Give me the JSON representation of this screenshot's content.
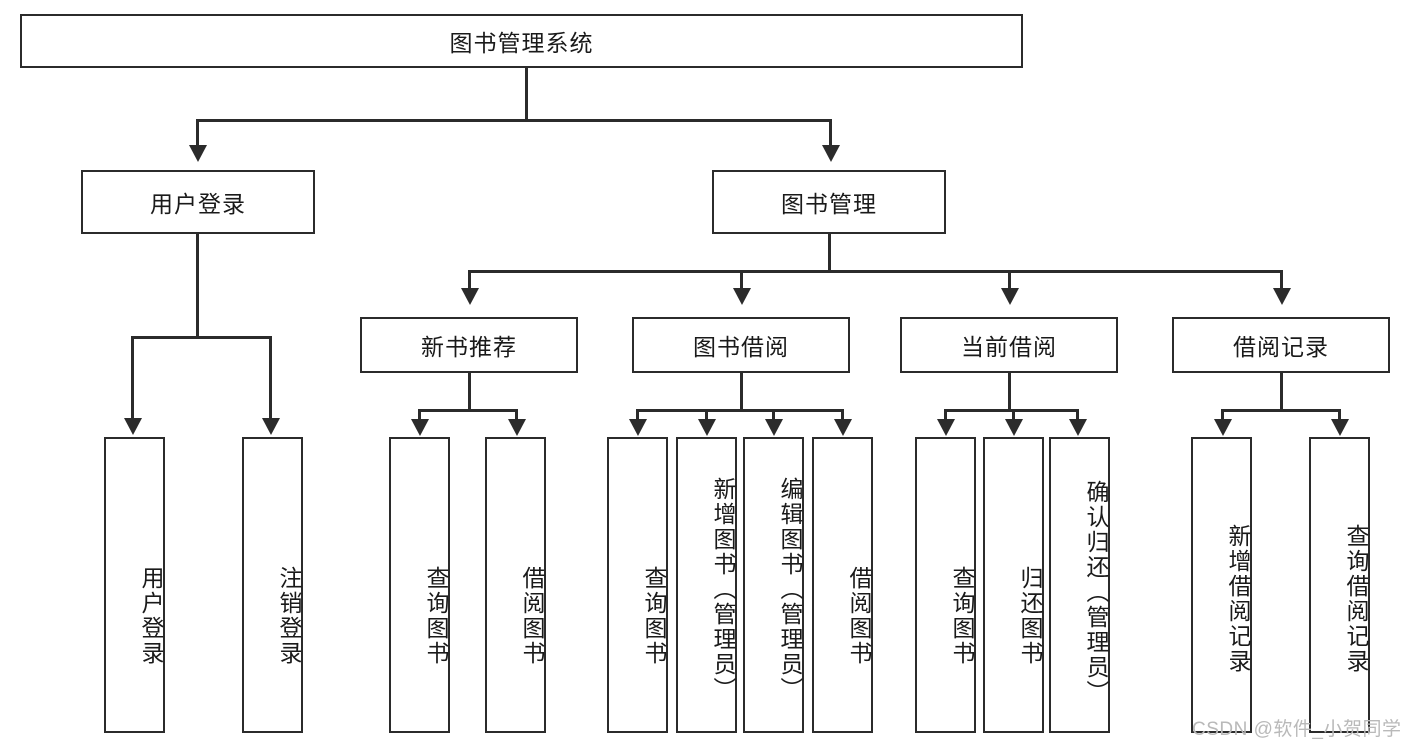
{
  "diagram": {
    "type": "tree-hierarchy",
    "title": "图书管理系统",
    "root": {
      "id": "root",
      "label": "图书管理系统"
    },
    "level2": [
      {
        "id": "user-login",
        "label": "用户登录"
      },
      {
        "id": "book-manage",
        "label": "图书管理"
      }
    ],
    "level3": [
      {
        "id": "new-book-recommend",
        "label": "新书推荐",
        "parent": "book-manage"
      },
      {
        "id": "book-borrow",
        "label": "图书借阅",
        "parent": "book-manage"
      },
      {
        "id": "current-borrow",
        "label": "当前借阅",
        "parent": "book-manage"
      },
      {
        "id": "borrow-record",
        "label": "借阅记录",
        "parent": "book-manage"
      }
    ],
    "leaves": {
      "user_login": [
        {
          "id": "leaf-user-login",
          "label": "用户登录"
        },
        {
          "id": "leaf-logout",
          "label": "注销登录"
        }
      ],
      "new_book_recommend": [
        {
          "id": "leaf-query-book-1",
          "label": "查询图书"
        },
        {
          "id": "leaf-borrow-book-1",
          "label": "借阅图书"
        }
      ],
      "book_borrow": [
        {
          "id": "leaf-query-book-2",
          "label": "查询图书"
        },
        {
          "id": "leaf-add-book",
          "label": "新增图书（管理员）"
        },
        {
          "id": "leaf-edit-book",
          "label": "编辑图书（管理员）"
        },
        {
          "id": "leaf-borrow-book-2",
          "label": "借阅图书"
        }
      ],
      "current_borrow": [
        {
          "id": "leaf-query-book-3",
          "label": "查询图书"
        },
        {
          "id": "leaf-return-book",
          "label": "归还图书"
        },
        {
          "id": "leaf-confirm-return",
          "label": "确认归还（管理员）"
        }
      ],
      "borrow_record": [
        {
          "id": "leaf-add-record",
          "label": "新增借阅记录"
        },
        {
          "id": "leaf-query-record",
          "label": "查询借阅记录"
        }
      ]
    }
  },
  "watermark": {
    "text": "CSDN @软件_小贺同学"
  },
  "colors": {
    "stroke": "#2b2b2b",
    "background": "#ffffff",
    "text": "#1a1a1a",
    "watermark": "#b9b9b9"
  }
}
